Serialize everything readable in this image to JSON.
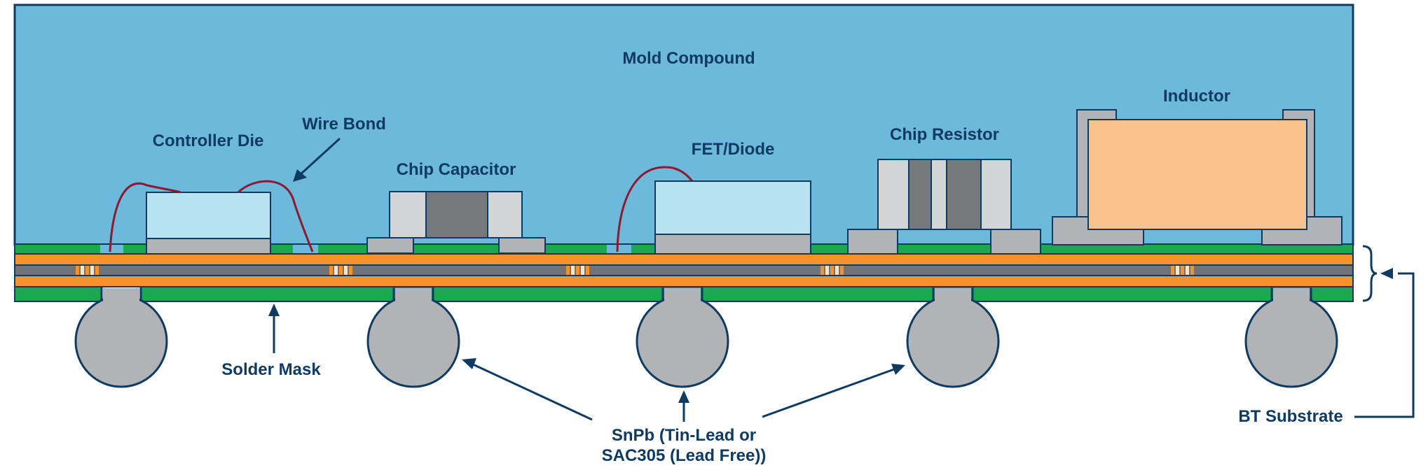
{
  "labels": {
    "mold_compound": "Mold Compound",
    "inductor": "Inductor",
    "wire_bond": "Wire Bond",
    "controller_die": "Controller Die",
    "chip_resistor": "Chip Resistor",
    "fet_diode": "FET/Diode",
    "chip_capacitor": "Chip Capacitor",
    "solder_mask": "Solder Mask",
    "bt_substrate": "BT Substrate",
    "solder_line1": "SnPb (Tin-Lead or",
    "solder_line2": "SAC305 (Lead Free))"
  },
  "colors": {
    "mold": "#6db9db",
    "outline": "#0f3b63",
    "green": "#1aa94f",
    "orange": "#f6922c",
    "gray_layer": "#707378",
    "die": "#b7e3f0",
    "pad": "#b2b3b6",
    "terminal": "#d3d4d6",
    "cap_body": "#77787b",
    "inductor": "#f8c28c",
    "wire": "#8c1a30",
    "ball": "#b2b3b6"
  }
}
